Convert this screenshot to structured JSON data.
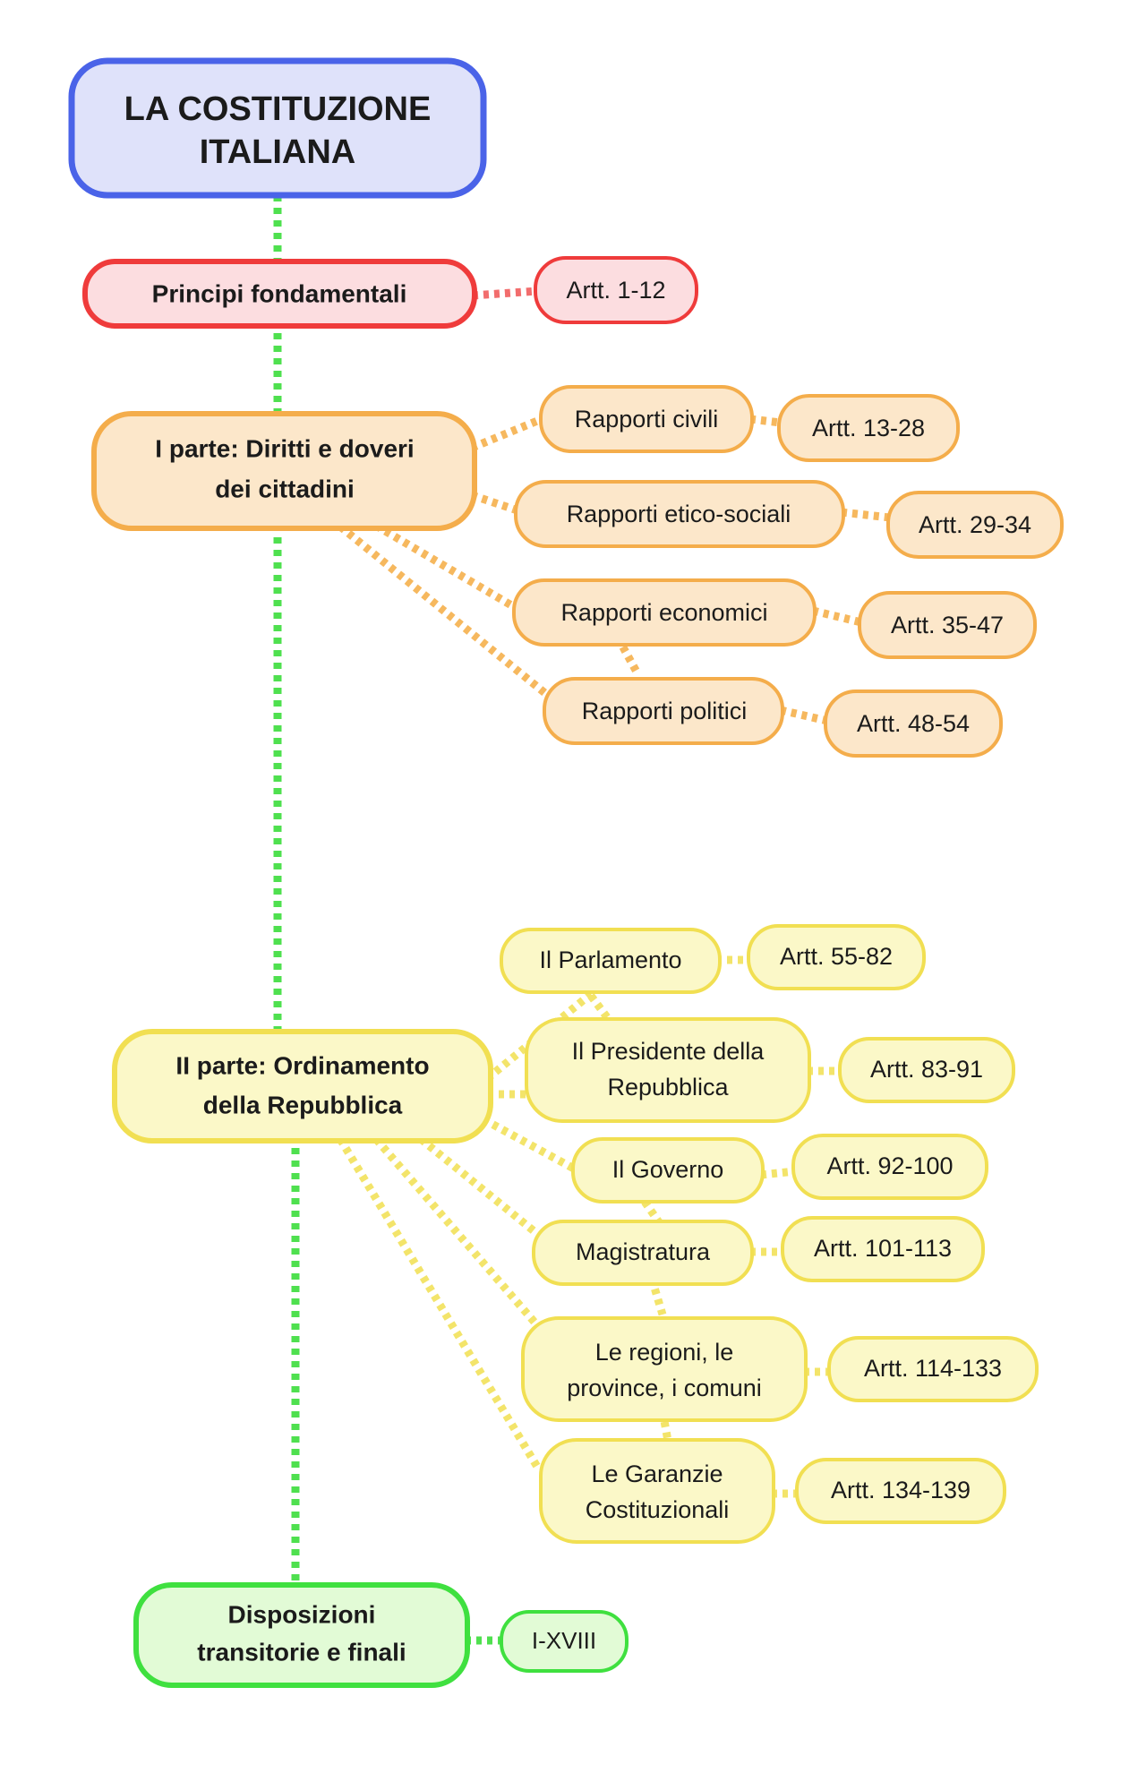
{
  "diagram": {
    "title": "LA COSTITUZIONE ITALIANA",
    "type": "mind-map",
    "language": "it",
    "background": "#ffffff"
  },
  "palette": {
    "root_fill": "#dfe2fa",
    "root_stroke": "#4a63e8",
    "principi_fill": "#fcdde0",
    "principi_stroke": "#ef3b3b",
    "parte1_fill": "#fce7ca",
    "parte1_stroke": "#f4ad4b",
    "parte2_fill": "#fbf8c8",
    "parte2_stroke": "#f1df52",
    "disposizioni_fill": "#e2fbd6",
    "disposizioni_stroke": "#3fe03f",
    "trunk": "#4fe04f",
    "text": "#1b1b1b"
  },
  "root": {
    "line1": "LA COSTITUZIONE",
    "line2": "ITALIANA"
  },
  "branches": [
    {
      "key": "principi",
      "label_lines": [
        "Principi fondamentali"
      ],
      "articles": "Artt. 1-12",
      "children": []
    },
    {
      "key": "parte1",
      "label_lines": [
        "I parte: Diritti e doveri",
        "dei cittadini"
      ],
      "articles": null,
      "children": [
        {
          "label_lines": [
            "Rapporti civili"
          ],
          "articles": "Artt. 13-28"
        },
        {
          "label_lines": [
            "Rapporti etico-sociali"
          ],
          "articles": "Artt. 29-34"
        },
        {
          "label_lines": [
            "Rapporti economici"
          ],
          "articles": "Artt. 35-47"
        },
        {
          "label_lines": [
            "Rapporti politici"
          ],
          "articles": "Artt. 48-54"
        }
      ]
    },
    {
      "key": "parte2",
      "label_lines": [
        "II parte: Ordinamento",
        "della Repubblica"
      ],
      "articles": null,
      "children": [
        {
          "label_lines": [
            "Il Parlamento"
          ],
          "articles": "Artt. 55-82"
        },
        {
          "label_lines": [
            "Il Presidente della",
            "Repubblica"
          ],
          "articles": "Artt. 83-91"
        },
        {
          "label_lines": [
            "Il Governo"
          ],
          "articles": "Artt. 92-100"
        },
        {
          "label_lines": [
            "Magistratura"
          ],
          "articles": "Artt. 101-113"
        },
        {
          "label_lines": [
            "Le regioni, le",
            "province, i comuni"
          ],
          "articles": "Artt. 114-133"
        },
        {
          "label_lines": [
            "Le Garanzie",
            "Costituzionali"
          ],
          "articles": "Artt. 134-139"
        }
      ]
    },
    {
      "key": "disposizioni",
      "label_lines": [
        "Disposizioni",
        "transitorie e finali"
      ],
      "articles": "I-XVIII",
      "children": []
    }
  ],
  "labels": {
    "root_node": "LA COSTITUZIONE ITALIANA",
    "principi_node": "Principi fondamentali",
    "principi_articles": "Artt. 1-12",
    "parte1_node": "I parte: Diritti e doveri dei cittadini",
    "p1c0": "Rapporti civili",
    "p1c0a": "Artt. 13-28",
    "p1c1": "Rapporti etico-sociali",
    "p1c1a": "Artt. 29-34",
    "p1c2": "Rapporti economici",
    "p1c2a": "Artt. 35-47",
    "p1c3": "Rapporti politici",
    "p1c3a": "Artt. 48-54",
    "parte2_node": "II parte: Ordinamento della Repubblica",
    "p2c0": "Il Parlamento",
    "p2c0a": "Artt. 55-82",
    "p2c1_l1": "Il Presidente della",
    "p2c1_l2": "Repubblica",
    "p2c1a": "Artt. 83-91",
    "p2c2": "Il Governo",
    "p2c2a": "Artt. 92-100",
    "p2c3": "Magistratura",
    "p2c3a": "Artt. 101-113",
    "p2c4_l1": "Le regioni, le",
    "p2c4_l2": "province, i comuni",
    "p2c4a": "Artt. 114-133",
    "p2c5_l1": "Le Garanzie",
    "p2c5_l2": "Costituzionali",
    "p2c5a": "Artt. 134-139",
    "disposizioni_l1": "Disposizioni",
    "disposizioni_l2": "transitorie e finali",
    "disposizioni_articles": "I-XVIII",
    "root_l1": "LA COSTITUZIONE",
    "root_l2": "ITALIANA",
    "parte1_l1": "I parte: Diritti e doveri",
    "parte1_l2": "dei cittadini",
    "parte2_l1": "II parte: Ordinamento",
    "parte2_l2": "della Repubblica"
  }
}
